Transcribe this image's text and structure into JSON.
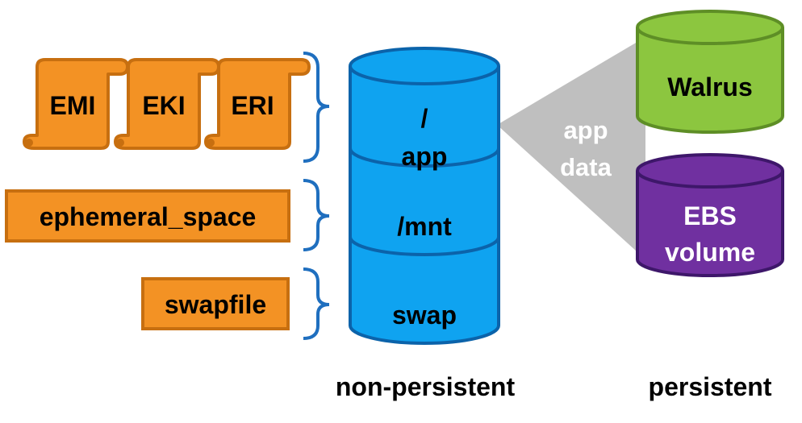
{
  "images": {
    "emi": "EMI",
    "eki": "EKI",
    "eri": "ERI"
  },
  "partitions": {
    "ephemeral": "ephemeral_space",
    "swapfile": "swapfile"
  },
  "disk": {
    "root_line1": "/",
    "root_line2": "app",
    "mnt": "/mnt",
    "swap": "swap",
    "caption": "non-persistent"
  },
  "flow": {
    "line1": "app",
    "line2": "data"
  },
  "storage": {
    "walrus": "Walrus",
    "ebs_line1": "EBS",
    "ebs_line2": "volume",
    "caption": "persistent"
  },
  "colors": {
    "orange": "#F39224",
    "orange_border": "#C76F10",
    "blue": "#0FA3F0",
    "blue_border": "#0B63AA",
    "green": "#8CC63F",
    "green_border": "#5E8E26",
    "purple": "#7030A0",
    "purple_border": "#3E176A",
    "flow_gray": "#BFBFBF",
    "brace": "#1F6FBF"
  }
}
